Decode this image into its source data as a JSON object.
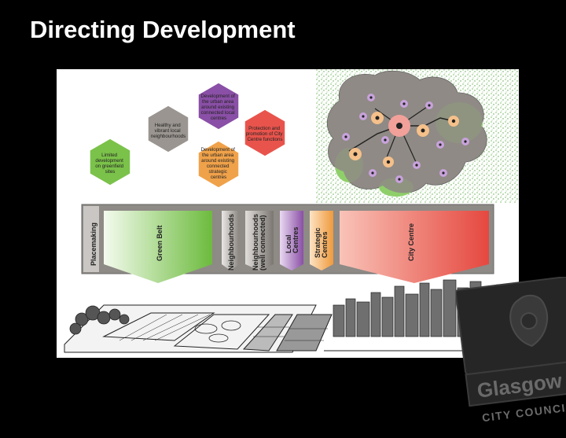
{
  "slide": {
    "title": "Directing Development"
  },
  "hexagons": {
    "limited_development": [
      "Limited",
      "development",
      "on greenfield",
      "sites"
    ],
    "healthy_neighbourhoods": [
      "Healthy and",
      "vibrant local",
      "neighbourhoods"
    ],
    "local_centres": [
      "Development of",
      "the urban area",
      "around existing",
      "connected local",
      "centres"
    ],
    "city_centre_functions": [
      "Protection and",
      "promotion of City",
      "Centre functions"
    ],
    "strategic_centres": [
      "Development of",
      "the urban area",
      "around existing",
      "connected",
      "strategic",
      "centres"
    ]
  },
  "band": {
    "placemaking": "Placemaking",
    "green_belt": "Green Belt",
    "neighbourhoods": "Neighbourhoods",
    "neighbourhoods_connected": [
      "Neighbourhoods",
      "(well connected)"
    ],
    "local_centres": [
      "Local",
      "Centres"
    ],
    "strategic_centres": [
      "Strategic",
      "Centres"
    ],
    "city_centre": "City Centre"
  },
  "logo": {
    "line1": "Glasgow",
    "line2": "CITY COUNCIL"
  },
  "colors": {
    "green": "#7bc24a",
    "grey": "#9a9590",
    "purple": "#8a4fa6",
    "orange": "#f0a24a",
    "red": "#e8544c"
  }
}
